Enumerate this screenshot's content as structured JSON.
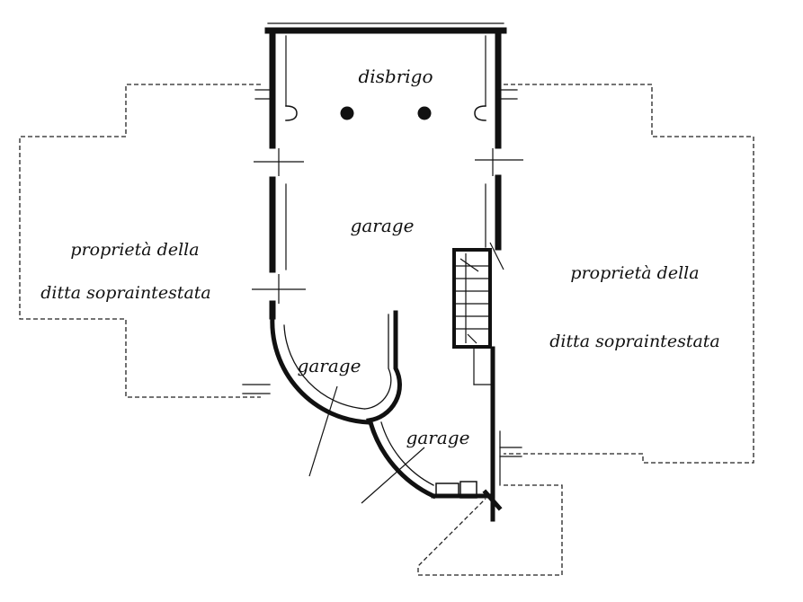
{
  "rooms": {
    "disbrigo": "disbrigo",
    "garage_main": "garage",
    "garage_round_left": "garage",
    "garage_round_right": "garage"
  },
  "neighbors": {
    "left_line1": "proprietà della",
    "left_line2": "ditta sopraintestata",
    "right_line1": "proprietà della",
    "right_line2": "ditta sopraintestata"
  }
}
